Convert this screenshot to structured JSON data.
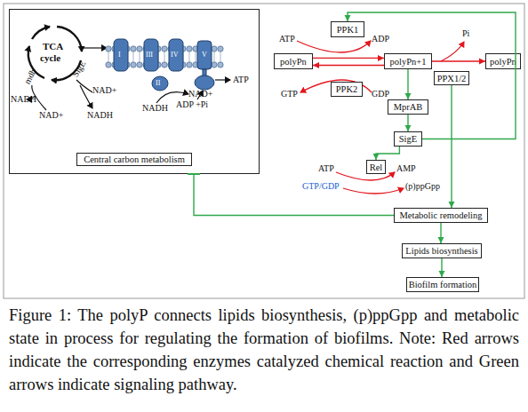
{
  "diagram": {
    "caption": "Figure 1: The polyP connects lipids biosynthesis, (p)ppGpp and metabolic state in process for regulating the formation of biofilms. Note: Red arrows indicate the corresponding enzymes catalyzed chemical reaction and Green arrows indicate signaling pathway.",
    "nodes": [
      {
        "text": [
          "Central carbon metabolism"
        ]
      },
      {
        "text": [
          "PPK1"
        ]
      },
      {
        "text": [
          "polyPn"
        ]
      },
      {
        "text": [
          "polyPn+1"
        ]
      },
      {
        "text": [
          "polyPn"
        ]
      },
      {
        "text": [
          "PPX1/2"
        ]
      },
      {
        "text": [
          "PPK2"
        ]
      },
      {
        "text": [
          "MprAB"
        ]
      },
      {
        "text": [
          "SigE"
        ]
      },
      {
        "text": [
          "Rel"
        ]
      },
      {
        "text": [
          "Metabolic remodeling"
        ]
      },
      {
        "text": [
          "Lipids biosynthesis"
        ]
      },
      {
        "text": [
          "Biofilm formation"
        ]
      }
    ],
    "edges": [
      {
        "from": 2,
        "to": 3,
        "arrow": "to"
      },
      {
        "from": 3,
        "to": 2,
        "arrow": "to"
      },
      {
        "from": 3,
        "to": 4,
        "arrow": "to"
      },
      {
        "from": 3,
        "to": 7,
        "arrow": "to"
      },
      {
        "from": 7,
        "to": 8,
        "arrow": "to"
      },
      {
        "from": 8,
        "to": 9,
        "arrow": "to"
      },
      {
        "from": 8,
        "to": 1,
        "arrow": "to"
      },
      {
        "from": 5,
        "to": 10,
        "arrow": "to"
      },
      {
        "from": 10,
        "to": 11,
        "arrow": "to"
      },
      {
        "from": 11,
        "to": 12,
        "arrow": "to"
      },
      {
        "from": 10,
        "to": 0,
        "arrow": "to"
      }
    ],
    "labels": [
      "TCA",
      "cycle",
      "mdh",
      "SigE",
      "NADH",
      "NAD+",
      "NAD+",
      "NADH",
      "I",
      "III",
      "IV",
      "V",
      "II",
      "NADH",
      "NAD+",
      "ATP",
      "ADP +Pi",
      "ATP",
      "ADP",
      "GTP",
      "GDP",
      "Pi",
      "ATP",
      "AMP",
      "GTP/GDP",
      "(p)ppGpp"
    ]
  }
}
